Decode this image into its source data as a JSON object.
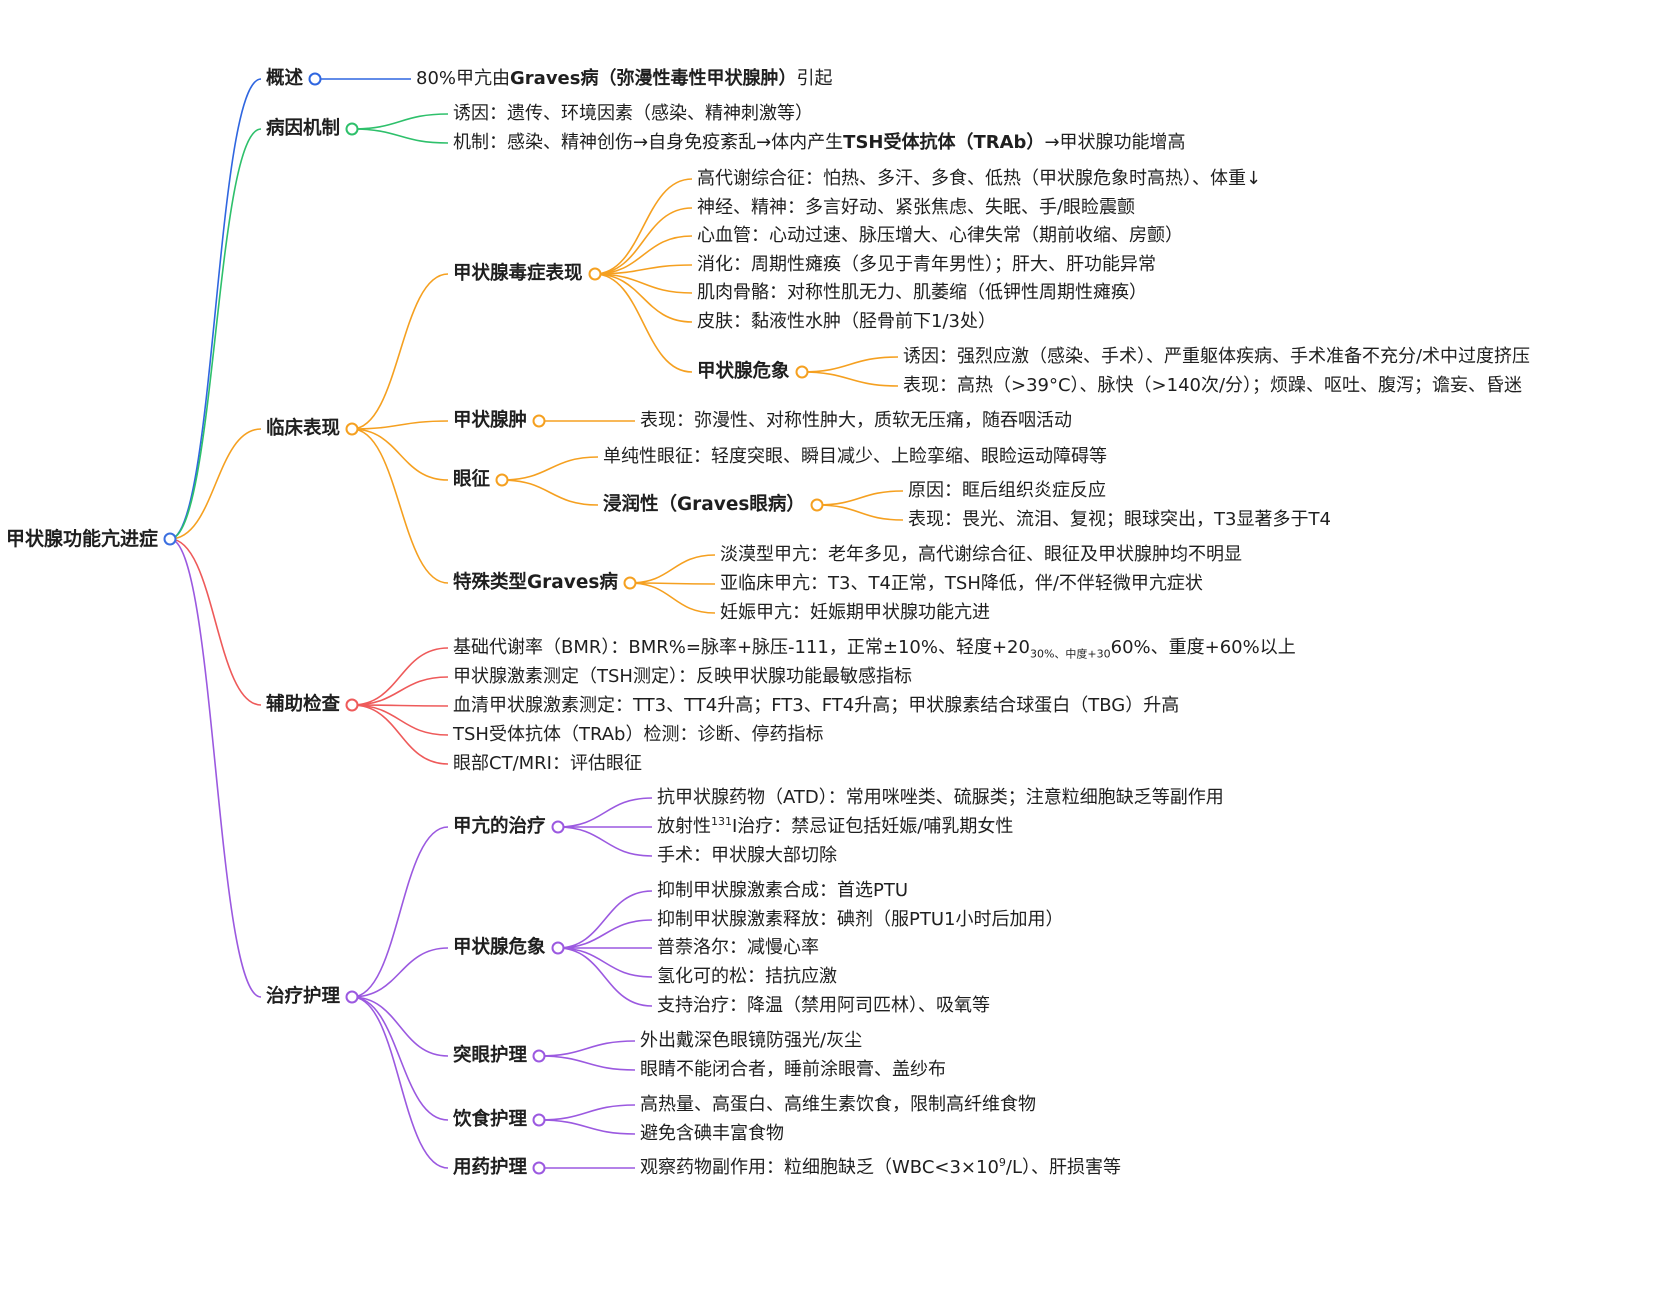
{
  "colors": {
    "root": "#3b6fe0",
    "overview": "#2f66e0",
    "etiology": "#2ec06b",
    "clinical": "#f5a020",
    "exam": "#ee5a5a",
    "treatment": "#9b59e0"
  },
  "root": {
    "label": "甲状腺功能亢进症",
    "children": [
      {
        "label": "概述",
        "color": "#2f66e0",
        "children": [
          {
            "rich": [
              {
                "t": "80%甲亢由"
              },
              {
                "t": "Graves病（弥漫性毒性甲状腺肿）",
                "b": true
              },
              {
                "t": "引起"
              }
            ]
          }
        ]
      },
      {
        "label": "病因机制",
        "color": "#2ec06b",
        "children": [
          {
            "label": "诱因：遗传、环境因素（感染、精神刺激等）"
          },
          {
            "rich": [
              {
                "t": "机制：感染、精神创伤→自身免疫紊乱→体内产生"
              },
              {
                "t": "TSH受体抗体（TRAb）",
                "b": true
              },
              {
                "t": "→甲状腺功能增高"
              }
            ]
          }
        ]
      },
      {
        "label": "临床表现",
        "color": "#f5a020",
        "children": [
          {
            "label": "甲状腺毒症表现",
            "children": [
              {
                "label": "高代谢综合征：怕热、多汗、多食、低热（甲状腺危象时高热）、体重↓"
              },
              {
                "label": "神经、精神：多言好动、紧张焦虑、失眠、手/眼睑震颤"
              },
              {
                "label": "心血管：心动过速、脉压增大、心律失常（期前收缩、房颤）"
              },
              {
                "label": "消化：周期性瘫痪（多见于青年男性）；肝大、肝功能异常"
              },
              {
                "label": "肌肉骨骼：对称性肌无力、肌萎缩（低钾性周期性瘫痪）"
              },
              {
                "label": "皮肤：黏液性水肿（胫骨前下1/3处）"
              },
              {
                "label": "甲状腺危象",
                "children": [
                  {
                    "label": "诱因：强烈应激（感染、手术）、严重躯体疾病、手术准备不充分/术中过度挤压"
                  },
                  {
                    "label": "表现：高热（>39°C）、脉快（>140次/分）；烦躁、呕吐、腹泻；谵妄、昏迷"
                  }
                ]
              }
            ]
          },
          {
            "label": "甲状腺肿",
            "children": [
              {
                "label": "表现：弥漫性、对称性肿大，质软无压痛，随吞咽活动"
              }
            ]
          },
          {
            "label": "眼征",
            "children": [
              {
                "label": "单纯性眼征：轻度突眼、瞬目减少、上睑挛缩、眼睑运动障碍等"
              },
              {
                "label": "浸润性（Graves眼病）",
                "children": [
                  {
                    "label": "原因：眶后组织炎症反应"
                  },
                  {
                    "label": "表现：畏光、流泪、复视；眼球突出，T3显著多于T4"
                  }
                ]
              }
            ]
          },
          {
            "label": "特殊类型Graves病",
            "children": [
              {
                "label": "淡漠型甲亢：老年多见，高代谢综合征、眼征及甲状腺肿均不明显"
              },
              {
                "label": "亚临床甲亢：T3、T4正常，TSH降低，伴/不伴轻微甲亢症状"
              },
              {
                "label": "妊娠甲亢：妊娠期甲状腺功能亢进"
              }
            ]
          }
        ]
      },
      {
        "label": "辅助检查",
        "color": "#ee5a5a",
        "children": [
          {
            "rich": [
              {
                "t": "基础代谢率（BMR）：BMR%=脉率+脉压-111，正常±10%、轻度+20"
              },
              {
                "t": "30%、中度+30",
                "sub": true
              },
              {
                "t": "60%、重度+60%以上"
              }
            ]
          },
          {
            "label": "甲状腺激素测定（TSH测定）：反映甲状腺功能最敏感指标"
          },
          {
            "label": "血清甲状腺激素测定：TT3、TT4升高；FT3、FT4升高；甲状腺素结合球蛋白（TBG）升高"
          },
          {
            "label": "TSH受体抗体（TRAb）检测：诊断、停药指标"
          },
          {
            "label": "眼部CT/MRI：评估眼征"
          }
        ]
      },
      {
        "label": "治疗护理",
        "color": "#9b59e0",
        "children": [
          {
            "label": "甲亢的治疗",
            "children": [
              {
                "label": "抗甲状腺药物（ATD）：常用咪唑类、硫脲类；注意粒细胞缺乏等副作用"
              },
              {
                "rich": [
                  {
                    "t": "放射性"
                  },
                  {
                    "t": "131",
                    "sup": true
                  },
                  {
                    "t": "I治疗：禁忌证包括妊娠/哺乳期女性"
                  }
                ]
              },
              {
                "label": "手术：甲状腺大部切除"
              }
            ]
          },
          {
            "label": "甲状腺危象",
            "children": [
              {
                "label": "抑制甲状腺激素合成：首选PTU"
              },
              {
                "label": "抑制甲状腺激素释放：碘剂（服PTU1小时后加用）"
              },
              {
                "label": "普萘洛尔：减慢心率"
              },
              {
                "label": "氢化可的松：拮抗应激"
              },
              {
                "label": "支持治疗：降温（禁用阿司匹林）、吸氧等"
              }
            ]
          },
          {
            "label": "突眼护理",
            "children": [
              {
                "label": "外出戴深色眼镜防强光/灰尘"
              },
              {
                "label": "眼睛不能闭合者，睡前涂眼膏、盖纱布"
              }
            ]
          },
          {
            "label": "饮食护理",
            "children": [
              {
                "label": "高热量、高蛋白、高维生素饮食，限制高纤维食物"
              },
              {
                "label": "避免含碘丰富食物"
              }
            ]
          },
          {
            "label": "用药护理",
            "children": [
              {
                "rich": [
                  {
                    "t": "观察药物副作用：粒细胞缺乏（WBC<3×10"
                  },
                  {
                    "t": "9",
                    "sup": true
                  },
                  {
                    "t": "/L）、肝损害等"
                  }
                ]
              }
            ]
          }
        ]
      }
    ]
  }
}
